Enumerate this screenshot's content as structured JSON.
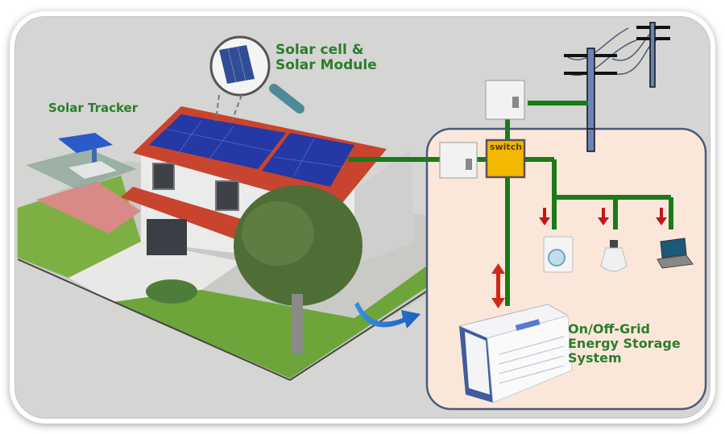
{
  "diagram": {
    "labels": {
      "solar_cell": [
        "Solar cell &",
        "Solar Module"
      ],
      "solar_tracker": "Solar Tracker",
      "storage": [
        "On/Off-Grid",
        "Energy Storage",
        "System"
      ],
      "switch": "switch"
    },
    "icons": [
      "magnifier-icon",
      "power-pole-icon",
      "meter-box-icon",
      "washing-machine-icon",
      "light-bulb-icon",
      "laptop-icon",
      "battery-storage-icon",
      "curved-arrow-icon",
      "down-arrow-icon",
      "bidirectional-arrow-icon"
    ],
    "colors": {
      "background": "#d5d5d3",
      "panel": "#fbe7da",
      "panel_border": "#4a5a78",
      "wire": "#1a7a1a",
      "switch": "#f5b800",
      "arrow": "#c01818",
      "label": "#2c7d2c",
      "roof": "#c8442e",
      "solar": "#2a3fa8",
      "grass": "#6aa33a"
    }
  }
}
